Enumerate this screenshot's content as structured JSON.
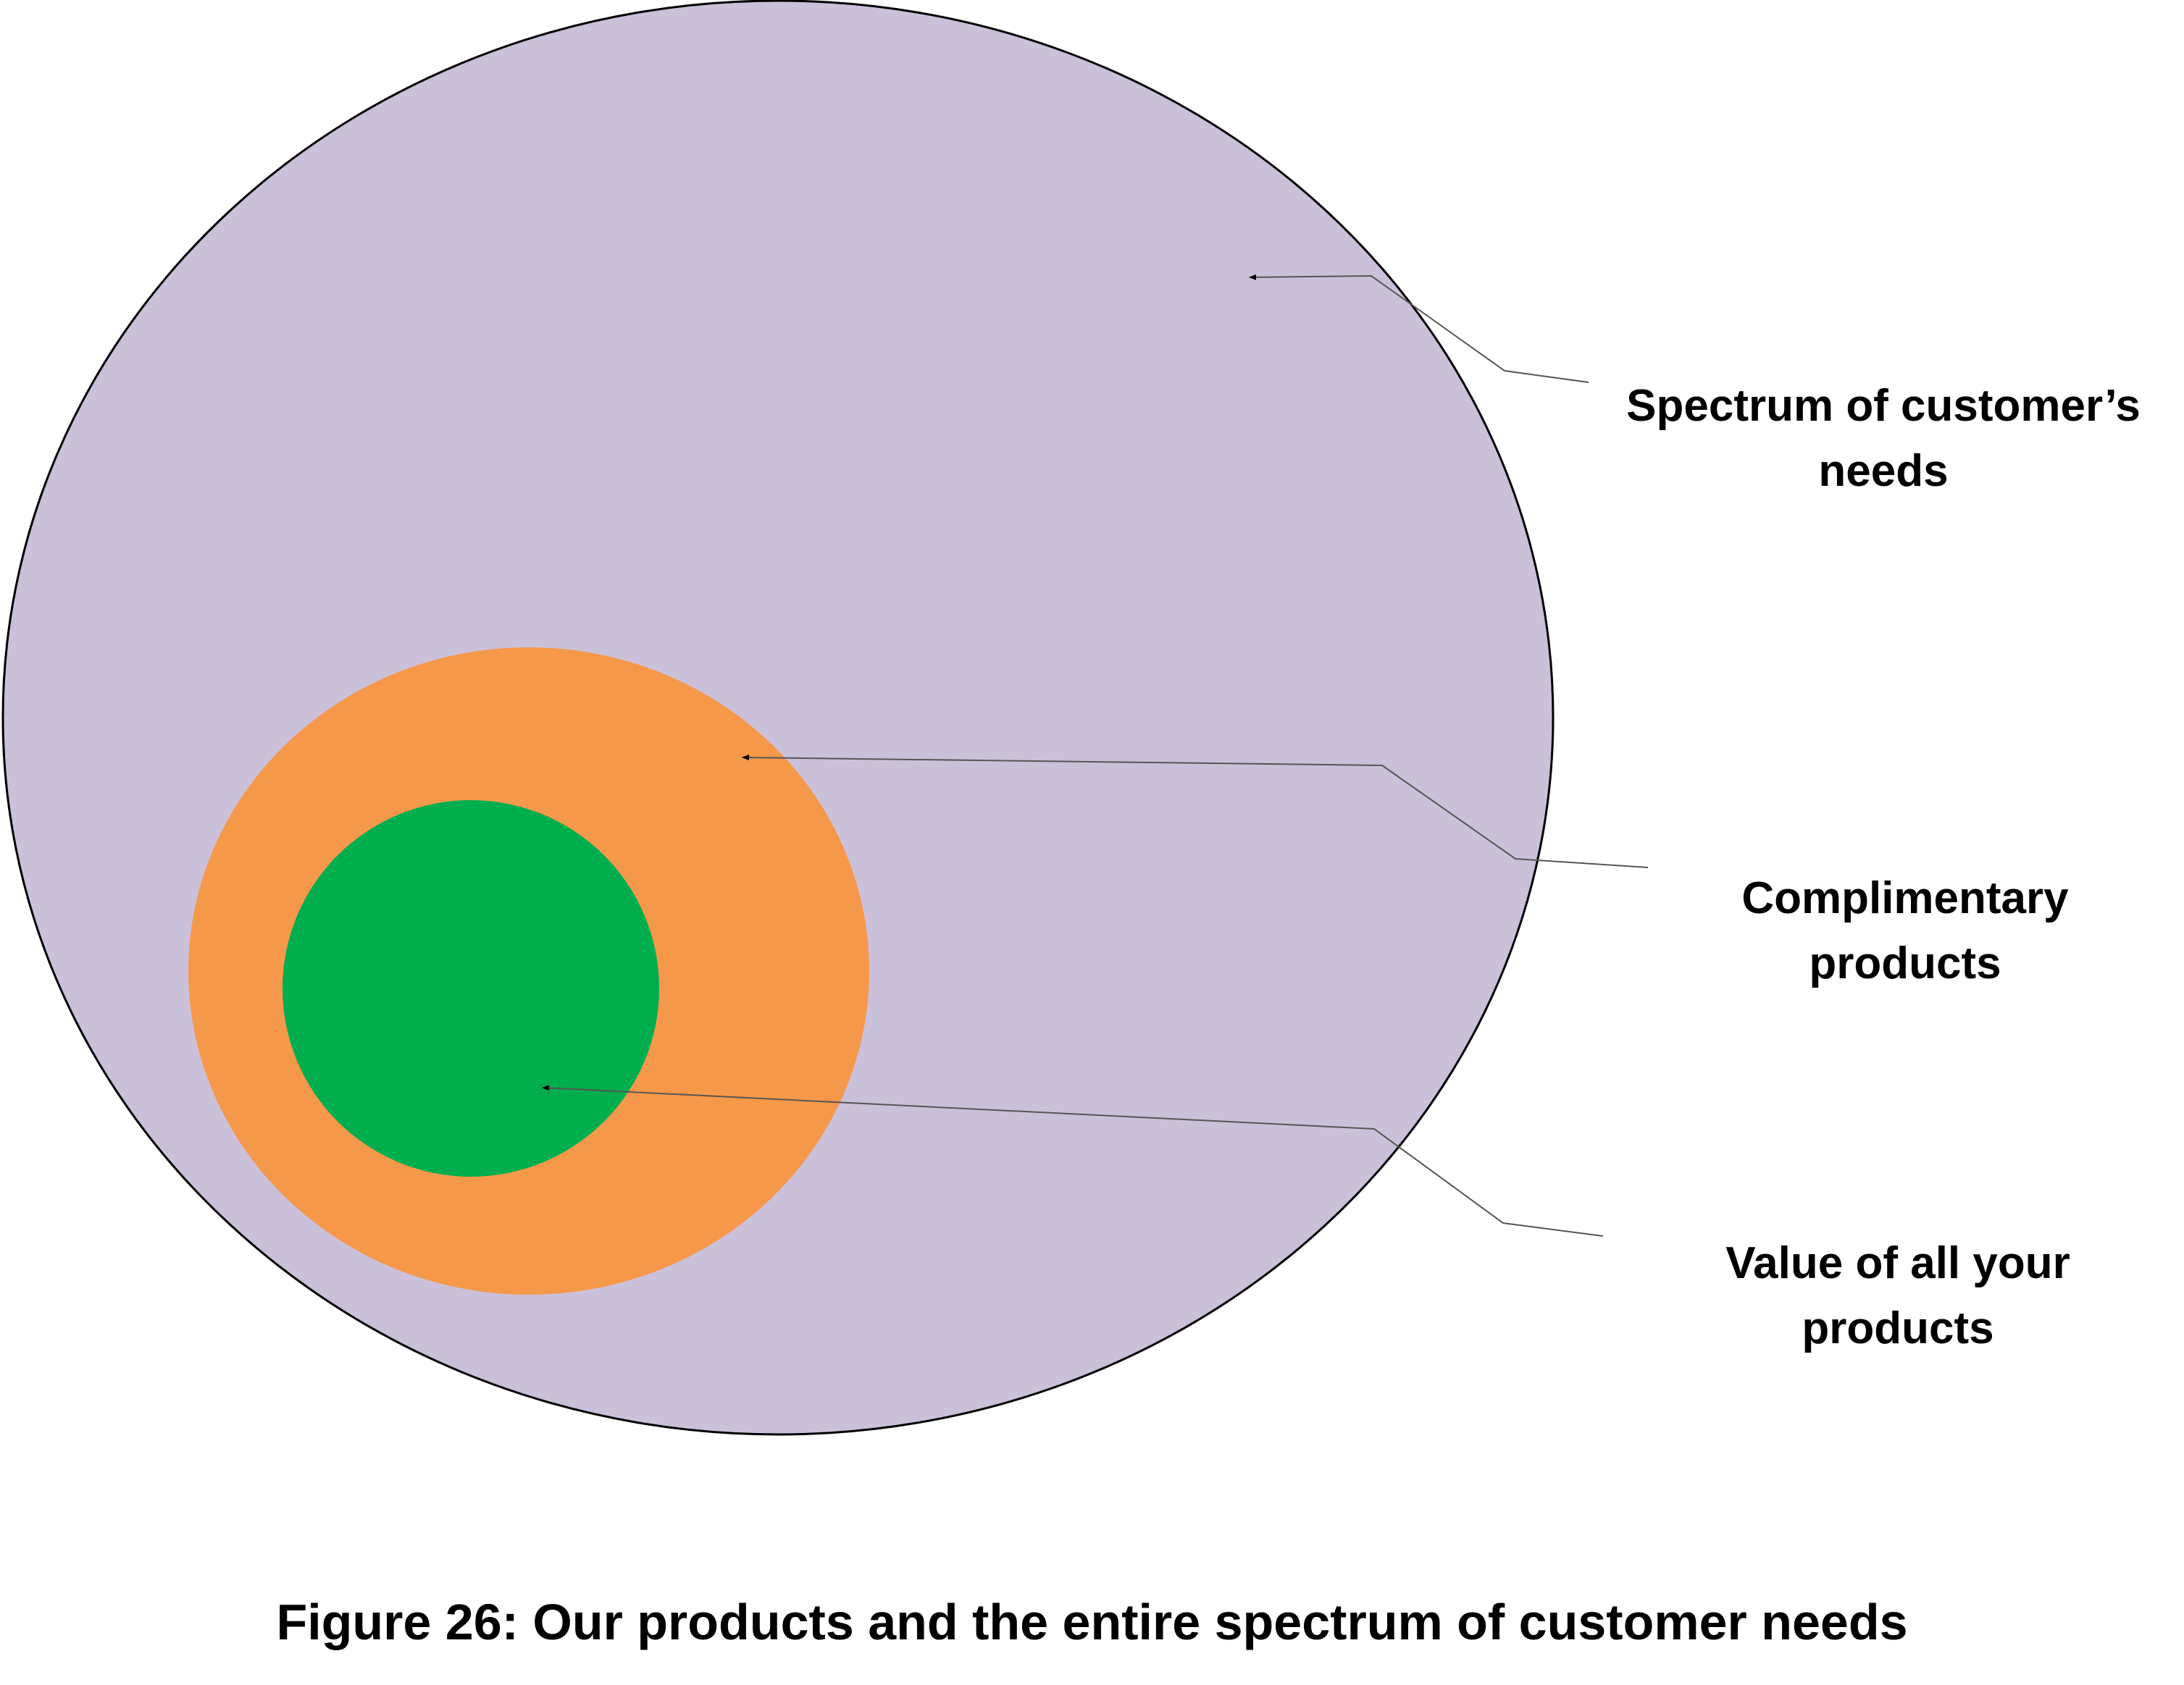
{
  "diagram": {
    "labels": {
      "needs": {
        "line1": "Spectrum of customer’s",
        "line2": "needs"
      },
      "complimentary": {
        "line1": "Complimentary",
        "line2": "products"
      },
      "value": {
        "line1": "Value of all your",
        "line2": "products"
      }
    },
    "colors": {
      "needs_fill": "#cbc0da",
      "complimentary_fill": "#f69849",
      "value_fill": "#00ae4e",
      "outline": "#000000",
      "leader_line": "#555555"
    }
  },
  "caption": "Figure 26: Our products and the entire spectrum of customer needs"
}
